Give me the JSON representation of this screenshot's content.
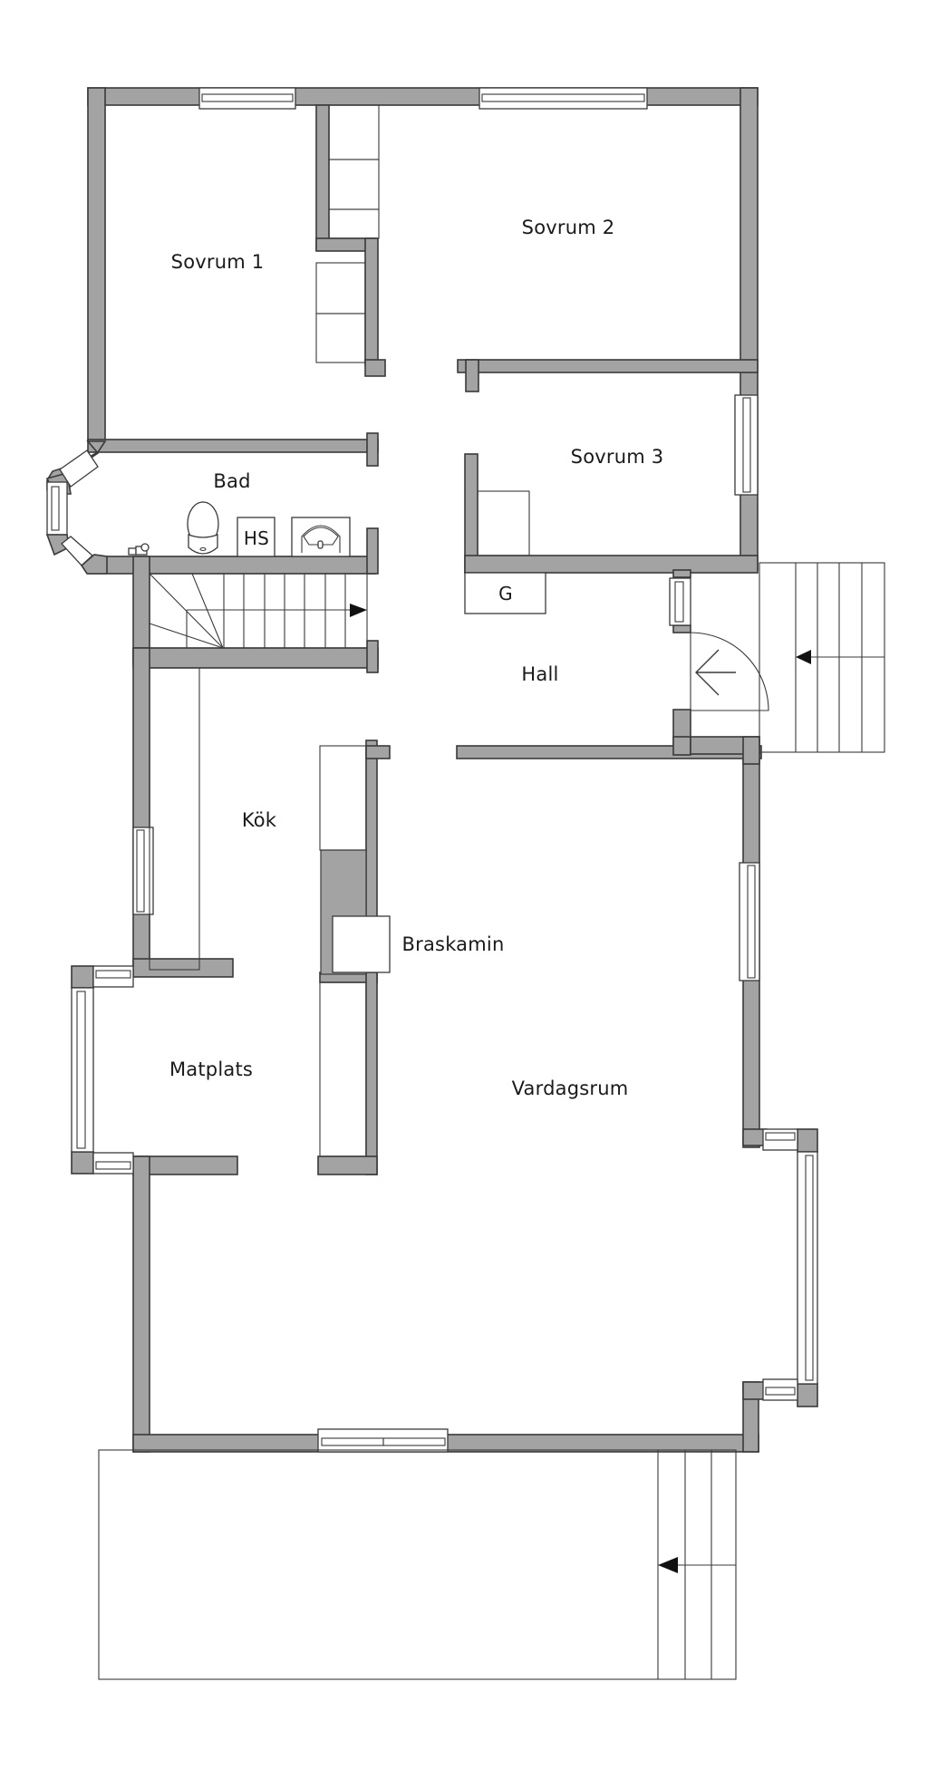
{
  "floor_plan": {
    "rooms": [
      {
        "id": "sovrum1",
        "label": "Sovrum 1"
      },
      {
        "id": "sovrum2",
        "label": "Sovrum 2"
      },
      {
        "id": "sovrum3",
        "label": "Sovrum 3"
      },
      {
        "id": "bad",
        "label": "Bad"
      },
      {
        "id": "hall",
        "label": "Hall"
      },
      {
        "id": "kok",
        "label": "Kök"
      },
      {
        "id": "matplats",
        "label": "Matplats"
      },
      {
        "id": "vardagsrum",
        "label": "Vardagsrum"
      }
    ],
    "fixtures": {
      "hs": "HS",
      "g": "G",
      "braskamin": "Braskamin"
    },
    "icons": [
      "toilet-icon",
      "sink-icon",
      "stair-arrow-icon",
      "door-arc-icon",
      "window-icon"
    ],
    "colors": {
      "wall": "#a3a3a3",
      "outline": "#3a3a3a",
      "background": "#ffffff"
    }
  }
}
